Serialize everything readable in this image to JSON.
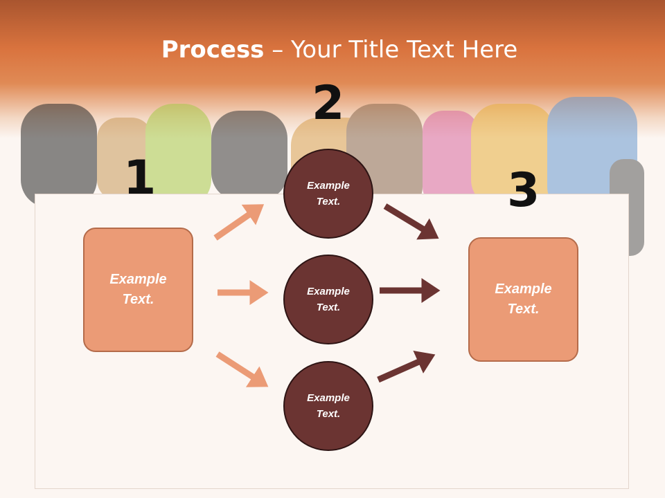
{
  "slide": {
    "title_bold": "Process",
    "title_rest": " – Your Title Text Here"
  },
  "steps": {
    "step1_number": "1",
    "step2_number": "2",
    "step3_number": "3"
  },
  "nodes": {
    "left_box": {
      "line1": "Example",
      "line2": "Text."
    },
    "circle_top": {
      "line1": "Example",
      "line2": "Text."
    },
    "circle_middle": {
      "line1": "Example",
      "line2": "Text."
    },
    "circle_bottom": {
      "line1": "Example",
      "line2": "Text."
    },
    "right_box": {
      "line1": "Example",
      "line2": "Text."
    }
  },
  "colors": {
    "header": "#d9733e",
    "box_fill": "#eb9b76",
    "circle_fill": "#6b3432",
    "arrow_light": "#eb9b76",
    "arrow_dark": "#6b3432"
  }
}
